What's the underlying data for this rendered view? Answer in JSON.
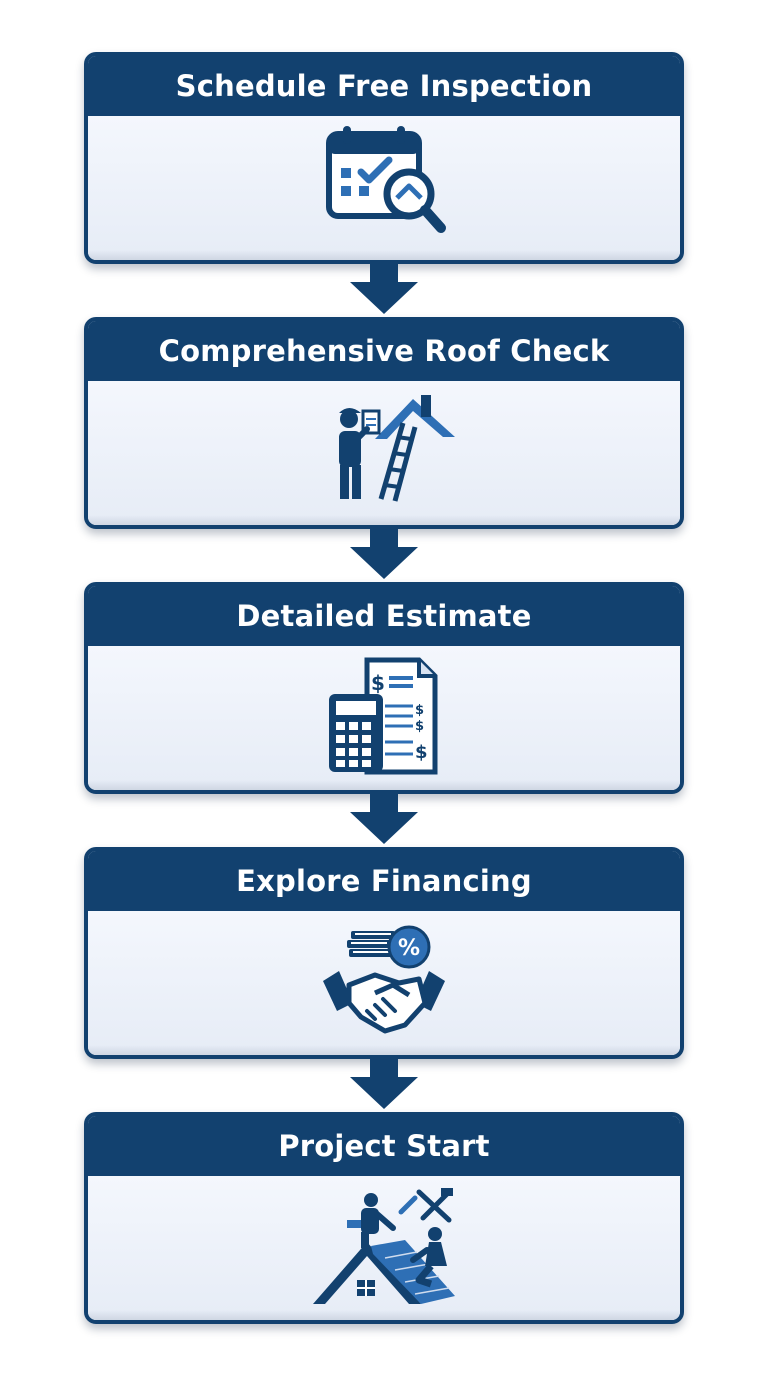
{
  "steps": [
    {
      "title": "Schedule Free Inspection",
      "icon": "calendar-inspection-icon"
    },
    {
      "title": "Comprehensive Roof Check",
      "icon": "roof-inspector-ladder-icon"
    },
    {
      "title": "Detailed Estimate",
      "icon": "estimate-calculator-icon"
    },
    {
      "title": "Explore Financing",
      "icon": "financing-handshake-icon"
    },
    {
      "title": "Project Start",
      "icon": "roofers-working-icon"
    }
  ],
  "colors": {
    "primary": "#12416f",
    "accent": "#2e6fb5",
    "body_background": "#edf2fa"
  }
}
